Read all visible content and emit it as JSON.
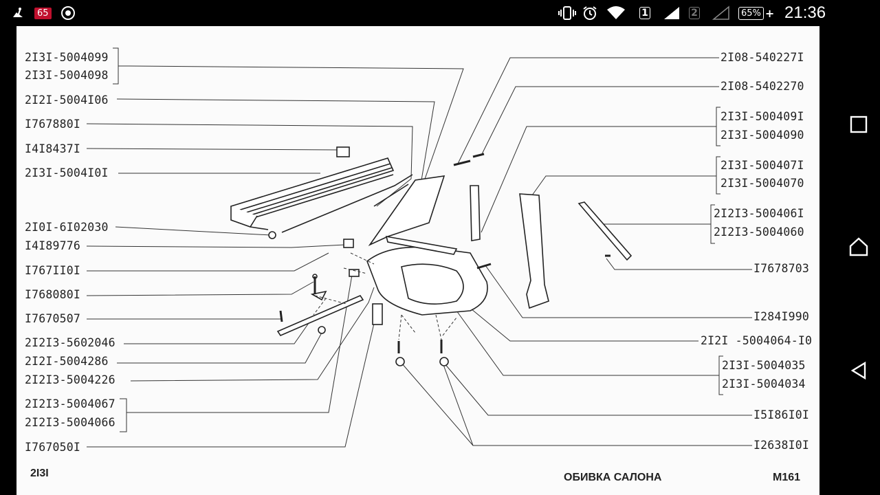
{
  "status_bar": {
    "left_icons": [
      "rowing-notification-icon",
      "news-badge-icon",
      "lion-app-icon"
    ],
    "badge": "65",
    "sim1": "1",
    "sim2": "2",
    "battery": "65%",
    "time": "21:36"
  },
  "diagram": {
    "left_labels": [
      "2I3I-5004099",
      "2I3I-5004098",
      "2I2I-5004I06",
      "I767880I",
      "I4I8437I",
      "2I3I-5004I0I",
      "2I0I-6I02030",
      "I4I89776",
      "I767II0I",
      "I768080I",
      "I7670507",
      "2I2I3-5602046",
      "2I2I-5004286",
      "2I2I3-5004226",
      "2I2I3-5004067",
      "2I2I3-5004066",
      "I767050I"
    ],
    "right_labels": [
      "2I08-540227I",
      "2I08-5402270",
      "2I3I-500409I",
      "2I3I-5004090",
      "2I3I-500407I",
      "2I3I-5004070",
      "2I2I3-500406I",
      "2I2I3-5004060",
      "I7678703",
      "I284I990",
      "2I2I -5004064-I0",
      "2I3I-5004035",
      "2I3I-5004034",
      "I5I86I0I",
      "I2638I0I"
    ],
    "footer_model": "2I3I",
    "footer_title": "ОБИВКА САЛОНА",
    "footer_page": "M161"
  },
  "nav": {
    "recents_icon": "recents-square-icon",
    "home_icon": "home-icon",
    "back_icon": "back-triangle-icon"
  }
}
